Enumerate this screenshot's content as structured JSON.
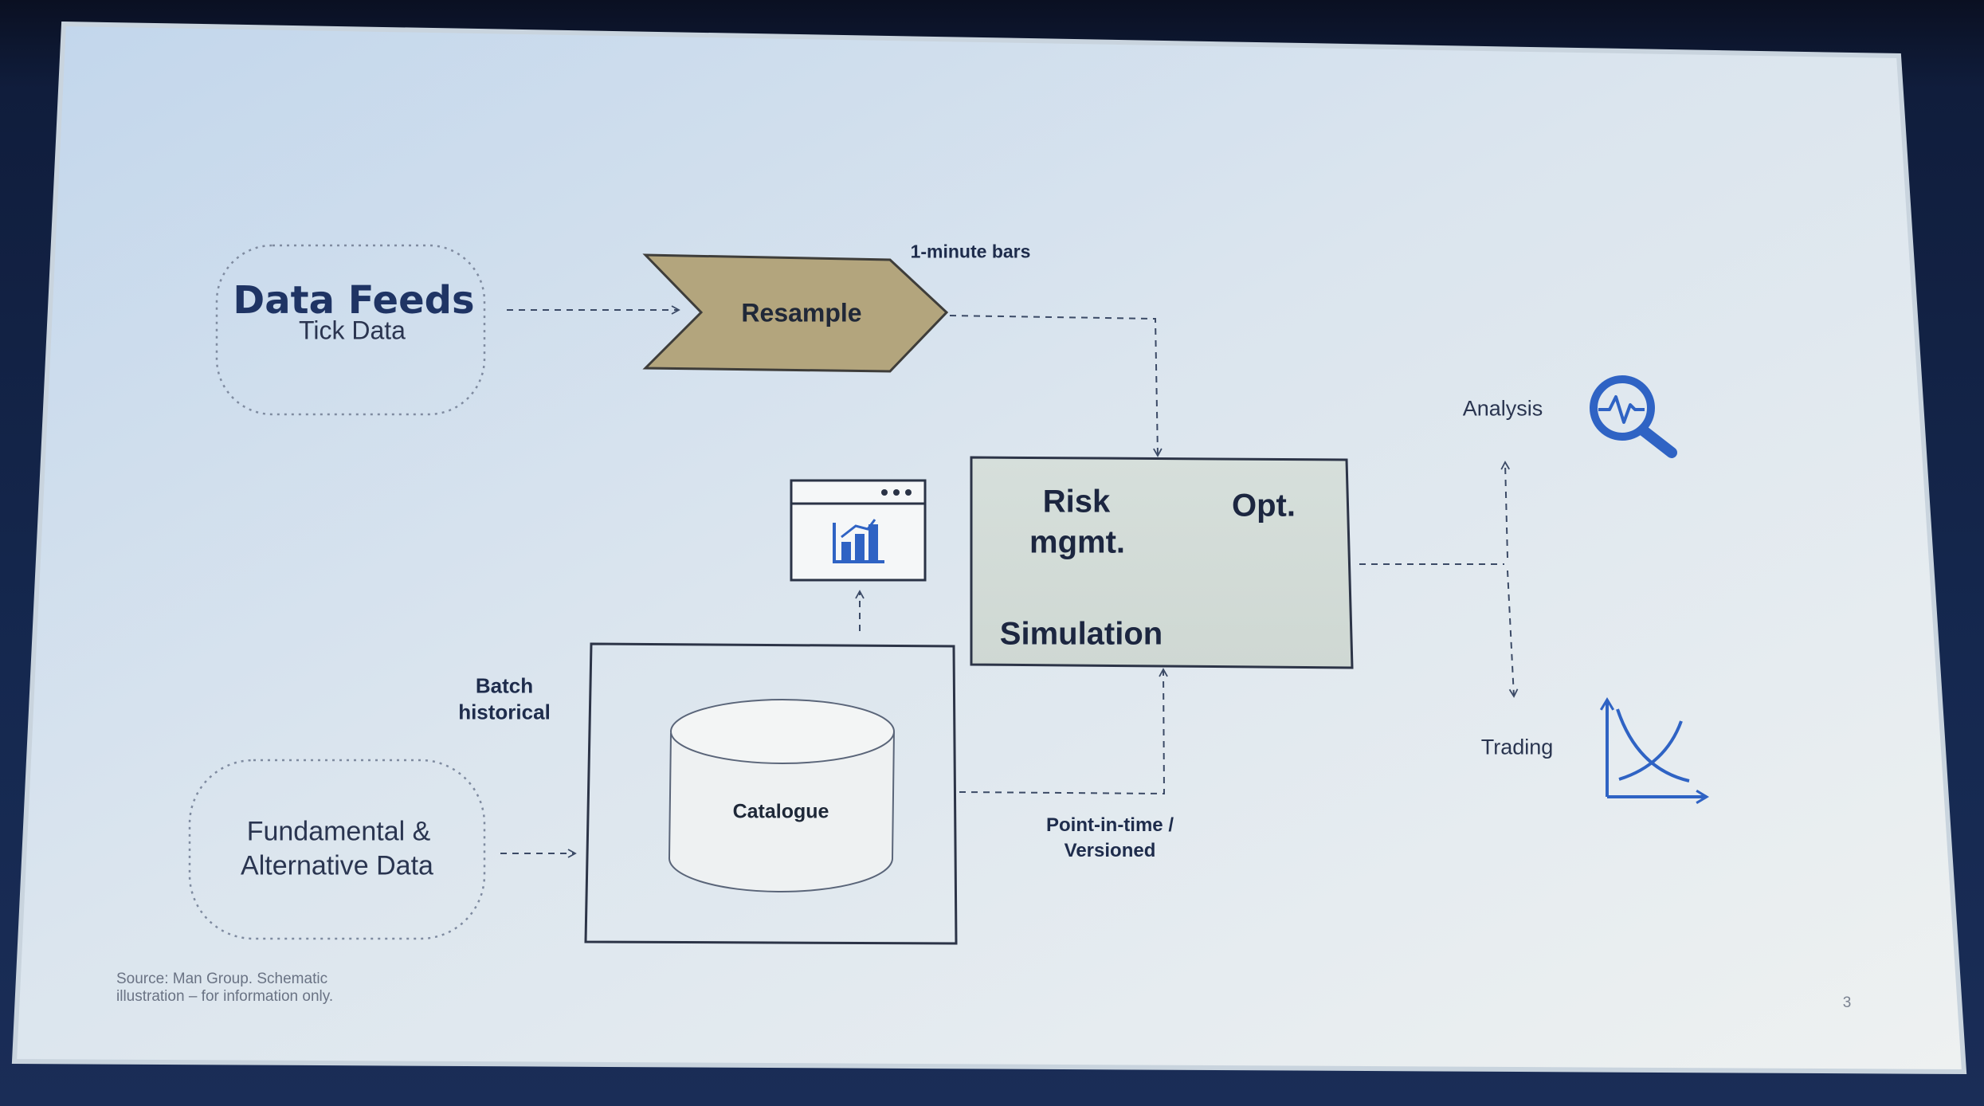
{
  "slide": {
    "data_feeds": {
      "title": "Data Feeds",
      "subtitle": "Tick Data"
    },
    "resample": {
      "label": "Resample",
      "fill": "#b3a57d"
    },
    "one_minute_bars": "1-minute bars",
    "risk": {
      "line1": "Risk",
      "line2": "mgmt."
    },
    "opt": "Opt.",
    "simulation": "Simulation",
    "analysis": "Analysis",
    "trading": "Trading",
    "batch": {
      "line1": "Batch",
      "line2": "historical"
    },
    "catalogue": "Catalogue",
    "point_in_time": {
      "line1": "Point-in-time /",
      "line2": "Versioned"
    },
    "fundamental": {
      "line1": "Fundamental &",
      "line2": "Alternative Data"
    },
    "source": {
      "line1": "Source: Man Group. Schematic",
      "line2": "illustration – for information only."
    },
    "page_number": "3",
    "icons": {
      "dashboard": "chart-window-icon",
      "analysis": "magnifier-pulse-icon",
      "trading": "intersecting-curves-icon"
    },
    "colors": {
      "accent_blue": "#2f63c4",
      "sim_box": "#d3dcd7",
      "text": "#1e2c4c"
    }
  }
}
